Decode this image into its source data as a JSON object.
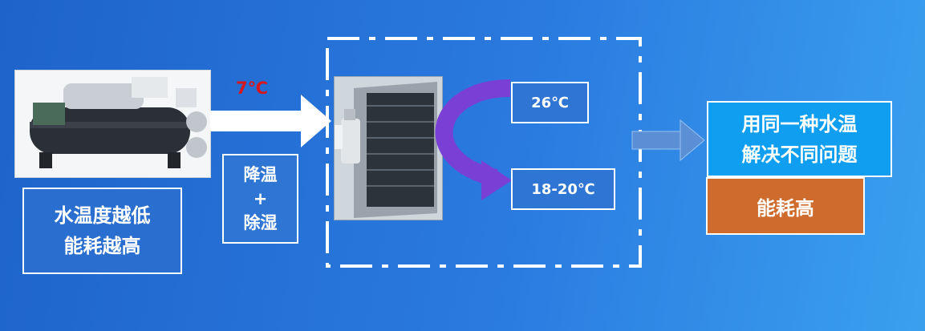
{
  "diagram": {
    "left_box": {
      "line1": "水温度越低",
      "line2": "能耗越高"
    },
    "arrow_label": "7℃",
    "process_box": {
      "line1": "降温",
      "line2": "+",
      "line3": "除湿"
    },
    "temp_high": "26℃",
    "temp_low": "18-20℃",
    "right_box": {
      "line1": "用同一种水温",
      "line2": "解决不同问题"
    },
    "result_box": "能耗高",
    "colors": {
      "background": "#2a7ae0",
      "label_red": "#d9161c",
      "arrow_purple": "#7a3fd4",
      "result_orange": "#cf6b2c",
      "right_box_blue": "#109ff0"
    }
  }
}
